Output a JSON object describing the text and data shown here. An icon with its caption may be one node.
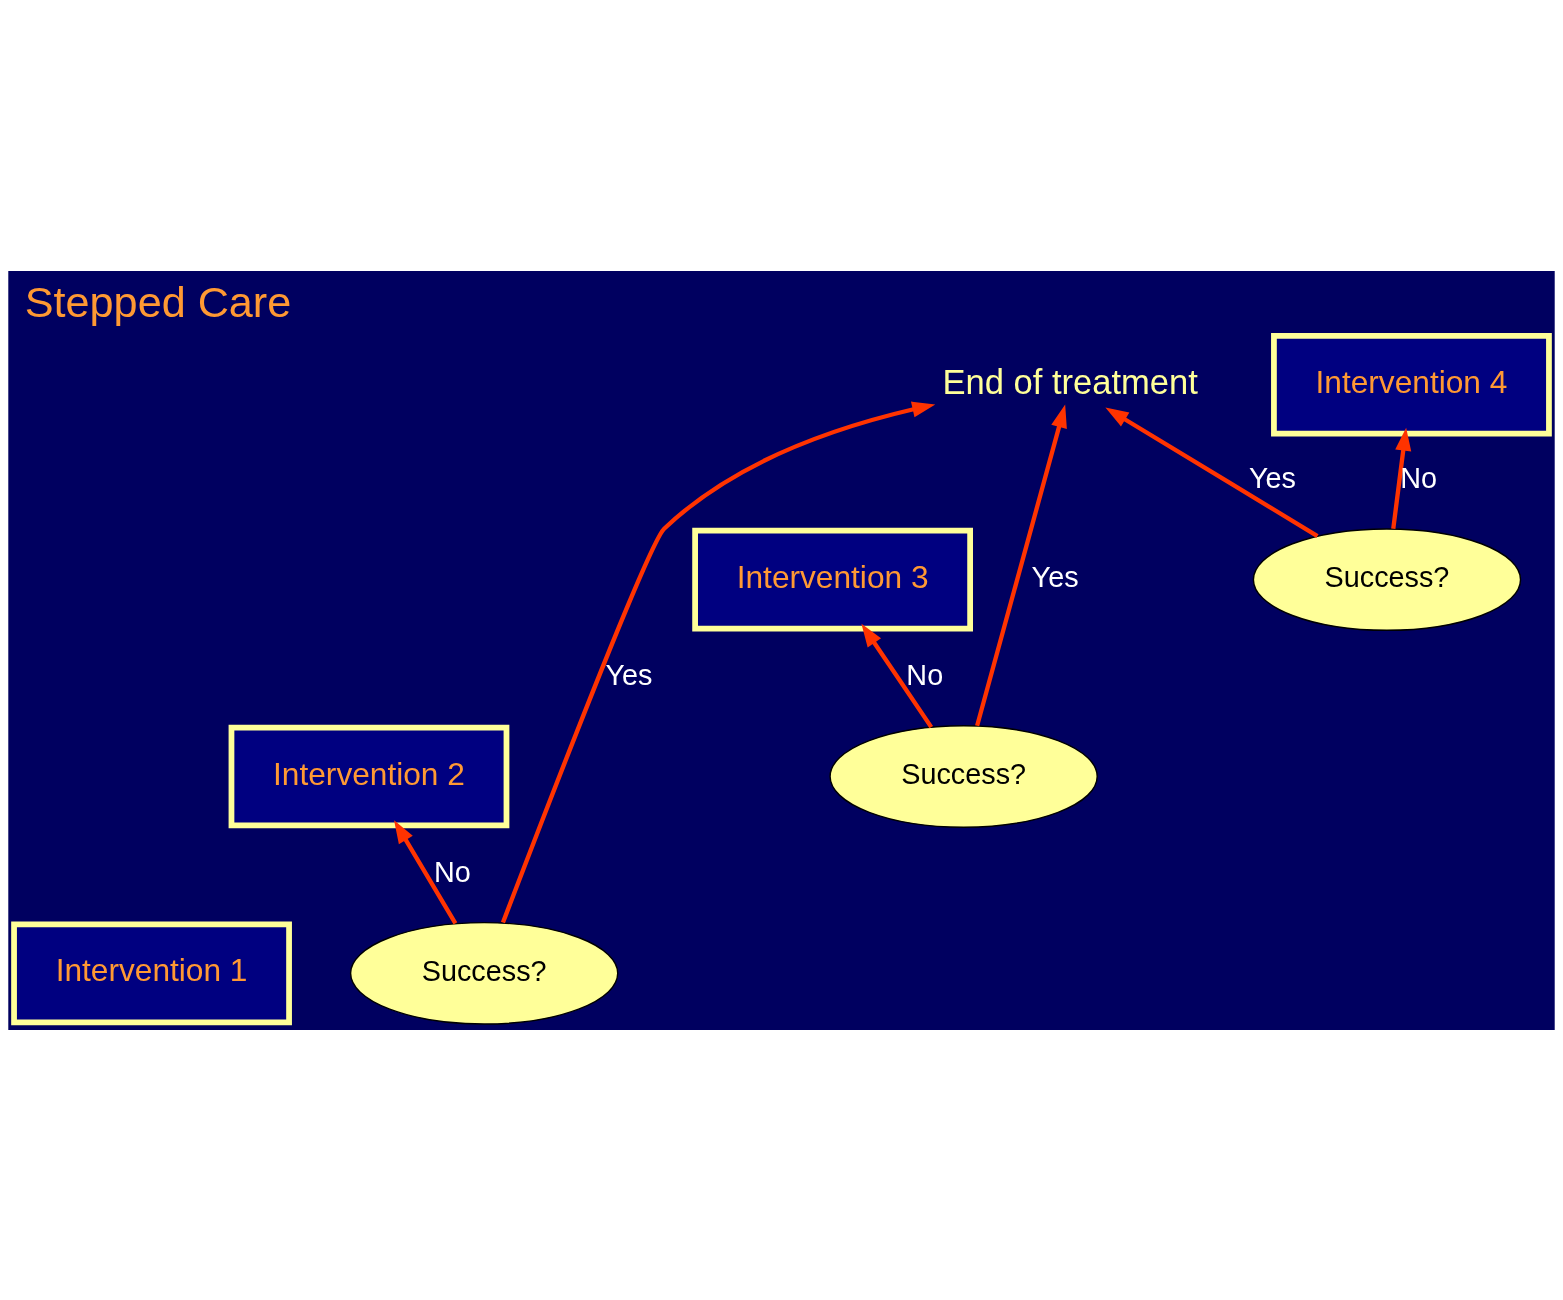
{
  "diagram": {
    "title": "Stepped Care",
    "nodes": [
      {
        "text": [
          "Intervention 1"
        ]
      },
      {
        "text": [
          "Intervention 2"
        ]
      },
      {
        "text": [
          "Intervention 3"
        ]
      },
      {
        "text": [
          "Intervention 4"
        ]
      },
      {
        "text": [
          "Success?"
        ]
      },
      {
        "text": [
          "Success?"
        ]
      },
      {
        "text": [
          "Success?"
        ]
      },
      {
        "text": [
          "End of treatment"
        ]
      }
    ],
    "edges": [
      {
        "from": 4,
        "to": 1,
        "arrow": "to",
        "label": "No"
      },
      {
        "from": 4,
        "to": 7,
        "arrow": "to",
        "label": "Yes"
      },
      {
        "from": 5,
        "to": 2,
        "arrow": "to",
        "label": "No"
      },
      {
        "from": 5,
        "to": 7,
        "arrow": "to",
        "label": "Yes"
      },
      {
        "from": 6,
        "to": 3,
        "arrow": "to",
        "label": "No"
      },
      {
        "from": 6,
        "to": 7,
        "arrow": "to",
        "label": "Yes"
      }
    ]
  }
}
